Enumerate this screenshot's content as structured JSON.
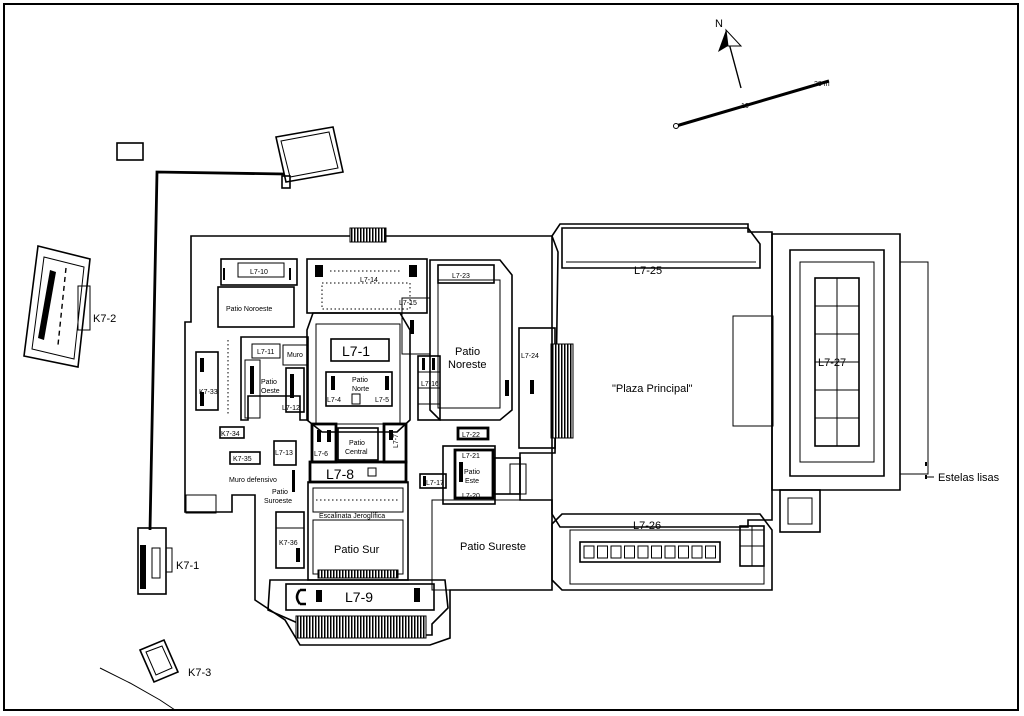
{
  "labels": {
    "L7_25": "L7-25",
    "L7_26": "L7-26",
    "L7_27": "L7-27",
    "plaza": "\"Plaza Principal\"",
    "estelas": "Estelas lisas",
    "K7_1": "K7-1",
    "K7_2": "K7-2",
    "K7_3": "K7-3",
    "patio_noroeste": "Patio Noroeste",
    "L7_10": "L7-10",
    "L7_14": "L7-14",
    "L7_15": "L7-15",
    "L7_23": "L7-23",
    "patio_noreste_l1": "Patio",
    "patio_noreste_l2": "Noreste",
    "L7_1": "L7-1",
    "patio_norte_l1": "Patio",
    "patio_norte_l2": "Norte",
    "L7_4": "L7-4",
    "L7_5": "L7-5",
    "L7_11": "L7-11",
    "muro": "Muro",
    "patio_oeste_l1": "Patio",
    "patio_oeste_l2": "Oeste",
    "L7_12": "L7-12",
    "K7_33": "K7-33",
    "L7_16": "L7-16",
    "L7_24": "L7-24",
    "K7_34": "K7-34",
    "L7_6": "L7-6",
    "patio_central_l1": "Patio",
    "patio_central_l2": "Central",
    "L7_7": "L7-7",
    "L7_22": "L7-22",
    "L7_21": "L7-21",
    "patio_este_l1": "Patio",
    "patio_este_l2": "Este",
    "L7_20": "L7-20",
    "L7_17": "L7-17",
    "K7_35": "K7-35",
    "L7_13": "L7-13",
    "L7_8": "L7-8",
    "muro_defensivo": "Muro defensivo",
    "patio_suroeste_l1": "Patio",
    "patio_suroeste_l2": "Suroeste",
    "escalinata": "Escalinata Jeroglífica",
    "K7_36": "K7-36",
    "patio_sur": "Patio Sur",
    "patio_sureste": "Patio Sureste",
    "L7_9": "L7-9",
    "north": "N",
    "scale_10": "10",
    "scale_20": "20 m"
  }
}
